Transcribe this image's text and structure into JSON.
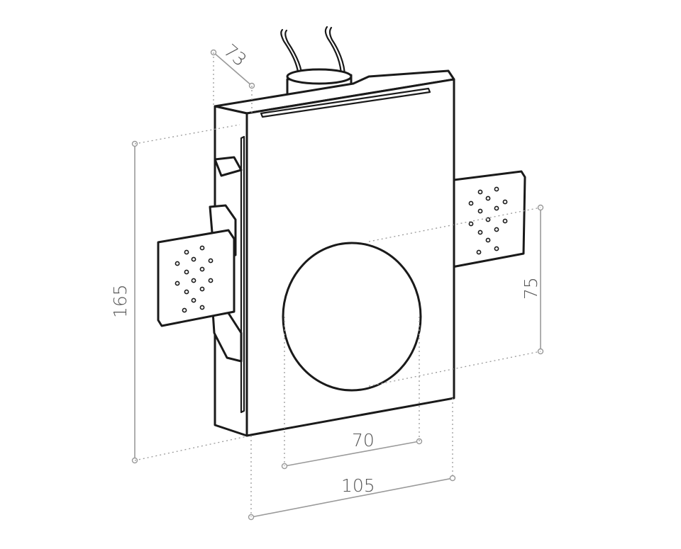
{
  "dimensions": {
    "depth": "73",
    "height": "165",
    "opening_height": "75",
    "opening_width": "70",
    "width": "105"
  }
}
